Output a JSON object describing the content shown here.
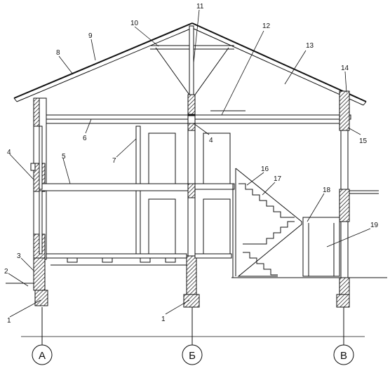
{
  "axes": [
    "А",
    "Б",
    "В"
  ],
  "callouts": [
    "1",
    "1",
    "2",
    "3",
    "4",
    "4",
    "5",
    "6",
    "7",
    "8",
    "9",
    "10",
    "11",
    "12",
    "13",
    "14",
    "15",
    "16",
    "17",
    "18",
    "19"
  ],
  "colors": {
    "ink": "#111111",
    "paper": "#ffffff"
  }
}
